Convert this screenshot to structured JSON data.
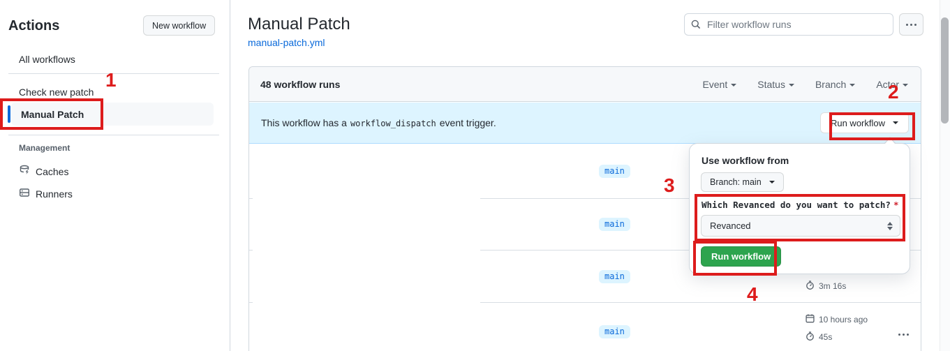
{
  "sidebar": {
    "title": "Actions",
    "new_workflow_button": "New workflow",
    "items": [
      {
        "label": "All workflows",
        "selected": false
      },
      {
        "label": "Check new patch",
        "selected": false
      },
      {
        "label": "Manual Patch",
        "selected": true
      }
    ],
    "management": {
      "header": "Management",
      "items": [
        {
          "label": "Caches",
          "icon": "cache-database-icon"
        },
        {
          "label": "Runners",
          "icon": "runners-server-icon"
        }
      ]
    }
  },
  "header": {
    "title": "Manual Patch",
    "file_link": "manual-patch.yml",
    "search_placeholder": "Filter workflow runs",
    "more_button_icon": "horizontal-kebab-icon"
  },
  "runs_panel": {
    "count_label": "48 workflow runs",
    "filters": [
      {
        "label": "Event"
      },
      {
        "label": "Status"
      },
      {
        "label": "Branch"
      },
      {
        "label": "Actor"
      }
    ],
    "banner": {
      "text_before": "This workflow has a",
      "code": "workflow_dispatch",
      "text_after": "event trigger.",
      "run_workflow_button": "Run workflow"
    },
    "rows": [
      {
        "branch": "main"
      },
      {
        "branch": "main"
      },
      {
        "branch": "main",
        "duration": "3m 16s"
      },
      {
        "branch": "main",
        "time": "10 hours ago",
        "duration": "45s"
      }
    ]
  },
  "dropdown": {
    "heading": "Use workflow from",
    "branch_button": "Branch: main",
    "input_label": "Which Revanced do you want to patch?",
    "required_marker": "*",
    "select_value": "Revanced",
    "run_button": "Run workflow"
  },
  "annotations": {
    "labels": [
      "1",
      "2",
      "3",
      "4"
    ]
  },
  "colors": {
    "annotation_red": "#dd1c1c",
    "accent_blue": "#0969da",
    "banner_blue": "#ddf4ff",
    "button_green": "#2da44e",
    "tab_underline_orange": "#f78166"
  }
}
